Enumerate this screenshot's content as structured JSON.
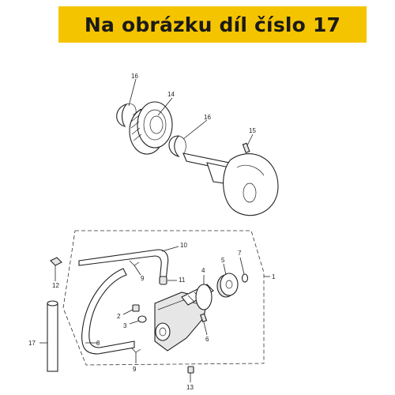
{
  "banner": {
    "text": "Na obrázku díl číslo 17",
    "color": "#f5c400"
  },
  "callouts": {
    "c1": "1",
    "c2": "2",
    "c3": "3",
    "c4": "4",
    "c5": "5",
    "c6": "6",
    "c7": "7",
    "c8": "8",
    "c9a": "9",
    "c9b": "9",
    "c10": "10",
    "c11": "11",
    "c12": "12",
    "c13": "13",
    "c14": "14",
    "c15": "15",
    "c16a": "16",
    "c16b": "16",
    "c17": "17"
  }
}
